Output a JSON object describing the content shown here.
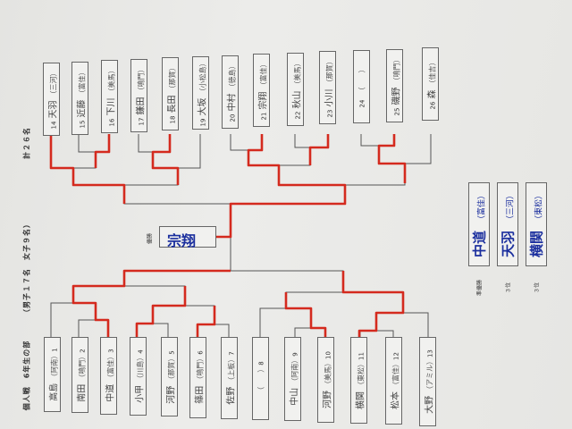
{
  "header": {
    "event": "個人戦　6年生の部",
    "breakdown": "（男子１７名　女子９名）",
    "total": "計２６名"
  },
  "bottom_entries": [
    {
      "num": "1",
      "name": "高島",
      "affil": "（阿南）"
    },
    {
      "num": "2",
      "name": "南田",
      "affil": "（鳴門）"
    },
    {
      "num": "3",
      "name": "中道",
      "affil": "（富佳）"
    },
    {
      "num": "4",
      "name": "小甲",
      "affil": "（川島）"
    },
    {
      "num": "5",
      "name": "河野",
      "affil": "（那賀）"
    },
    {
      "num": "6",
      "name": "篠田",
      "affil": "（鳴門）"
    },
    {
      "num": "7",
      "name": "佐野",
      "affil": "（上板）"
    },
    {
      "num": "8",
      "name": "",
      "affil": "（　　）"
    },
    {
      "num": "9",
      "name": "中山",
      "affil": "（阿南）"
    },
    {
      "num": "10",
      "name": "河野",
      "affil": "（美馬）"
    },
    {
      "num": "11",
      "name": "横関",
      "affil": "（東松）"
    },
    {
      "num": "12",
      "name": "松本",
      "affil": "（富佳）"
    },
    {
      "num": "13",
      "name": "大野",
      "affil": "（アミル）"
    }
  ],
  "top_entries": [
    {
      "num": "14",
      "name": "天羽",
      "affil": "（三河）"
    },
    {
      "num": "15",
      "name": "近藤",
      "affil": "（富佳）"
    },
    {
      "num": "16",
      "name": "下川",
      "affil": "（美馬）"
    },
    {
      "num": "17",
      "name": "鎌田",
      "affil": "（鳴門）"
    },
    {
      "num": "18",
      "name": "長田",
      "affil": "（那賀）"
    },
    {
      "num": "19",
      "name": "大坂",
      "affil": "（小松島）"
    },
    {
      "num": "20",
      "name": "中村",
      "affil": "（徳島）"
    },
    {
      "num": "21",
      "name": "宗翔",
      "affil": "（富佳）"
    },
    {
      "num": "22",
      "name": "秋山",
      "affil": "（美馬）"
    },
    {
      "num": "23",
      "name": "小川",
      "affil": "（那賀）"
    },
    {
      "num": "24",
      "name": "",
      "affil": "（　　）"
    },
    {
      "num": "25",
      "name": "磯野",
      "affil": "（鳴門）"
    },
    {
      "num": "26",
      "name": "森",
      "affil": "（佳吉）"
    }
  ],
  "champion": {
    "label": "優勝",
    "name": "宗翔"
  },
  "results": [
    {
      "label": "準優勝",
      "name": "中道",
      "affil": "（富佳）"
    },
    {
      "label": "３位",
      "name": "天羽",
      "affil": "（三河）"
    },
    {
      "label": "３位",
      "name": "横関",
      "affil": "（東松）"
    }
  ],
  "colors": {
    "winner_line": "#d42a1e",
    "line": "#555555",
    "handwriting": "#1b2f9e"
  }
}
